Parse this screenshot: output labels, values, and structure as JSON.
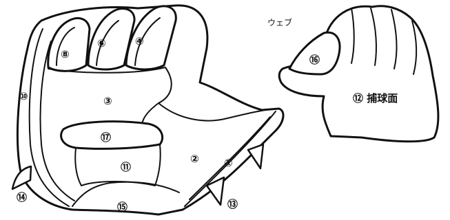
{
  "labels": {
    "p1": "①",
    "p2": "②",
    "p3": "③",
    "p4": "④",
    "p6": "⑥",
    "p8": "⑧",
    "p10": "⑩",
    "p11": "⑪",
    "p12": "⑫ 捕球面",
    "p13": "⑬",
    "p14": "⑭",
    "p15": "⑮",
    "p16": "⑯",
    "p17": "⑰",
    "web": "ウェブ"
  },
  "colors": {
    "line": "#111111",
    "fill": "#ffffff"
  }
}
